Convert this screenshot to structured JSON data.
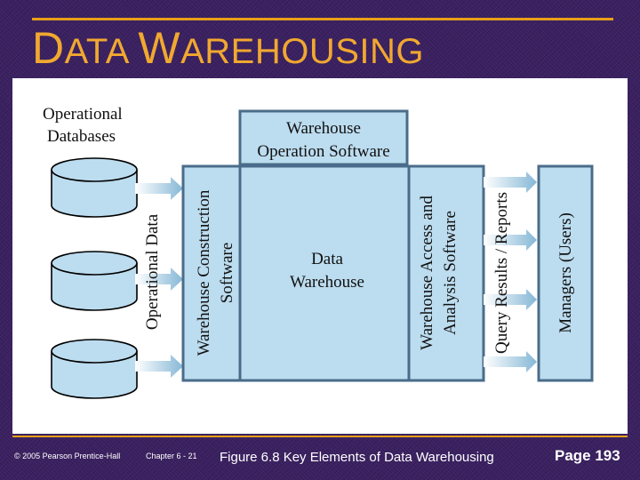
{
  "slide": {
    "title_cap1": "D",
    "title_rest1": "ATA ",
    "title_cap2": "W",
    "title_rest2": "AREHOUSING",
    "colors": {
      "background": "#3a2060",
      "accent": "#e8a018",
      "box_fill": "#bcdcef",
      "box_border": "#4a6c8a"
    }
  },
  "diagram": {
    "operational_databases": [
      "Operational",
      "Databases"
    ],
    "database_icon": "database-cylinder-icon",
    "operational_data": "Operational Data",
    "warehouse_operation_software": [
      "Warehouse",
      "Operation Software"
    ],
    "warehouse_construction_software": [
      "Warehouse Construction",
      "Software"
    ],
    "data_warehouse": [
      "Data",
      "Warehouse"
    ],
    "warehouse_access_software": [
      "Warehouse Access and",
      "Analysis Software"
    ],
    "query_results_reports": "Query Results / Reports",
    "managers_users": "Managers (Users)"
  },
  "footer": {
    "copyright": "© 2005 Pearson Prentice-Hall",
    "chapter": "Chapter 6 - 21",
    "caption": "Figure 6.8 Key Elements of Data Warehousing",
    "page": "Page 193"
  }
}
